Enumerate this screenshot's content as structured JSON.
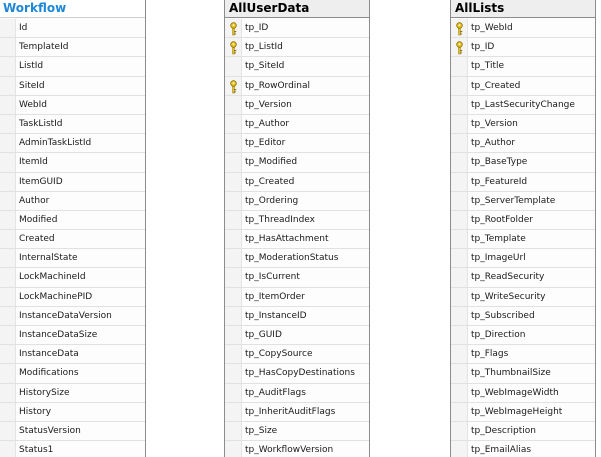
{
  "tables": [
    {
      "title": "Workflow",
      "columns": [
        {
          "name": "Id",
          "key": false
        },
        {
          "name": "TemplateId",
          "key": false
        },
        {
          "name": "ListId",
          "key": false
        },
        {
          "name": "SiteId",
          "key": false
        },
        {
          "name": "WebId",
          "key": false
        },
        {
          "name": "TaskListId",
          "key": false
        },
        {
          "name": "AdminTaskListId",
          "key": false
        },
        {
          "name": "ItemId",
          "key": false
        },
        {
          "name": "ItemGUID",
          "key": false
        },
        {
          "name": "Author",
          "key": false
        },
        {
          "name": "Modified",
          "key": false
        },
        {
          "name": "Created",
          "key": false
        },
        {
          "name": "InternalState",
          "key": false
        },
        {
          "name": "LockMachineId",
          "key": false
        },
        {
          "name": "LockMachinePID",
          "key": false
        },
        {
          "name": "InstanceDataVersion",
          "key": false
        },
        {
          "name": "InstanceDataSize",
          "key": false
        },
        {
          "name": "InstanceData",
          "key": false
        },
        {
          "name": "Modifications",
          "key": false
        },
        {
          "name": "HistorySize",
          "key": false
        },
        {
          "name": "History",
          "key": false
        },
        {
          "name": "StatusVersion",
          "key": false
        },
        {
          "name": "Status1",
          "key": false
        }
      ]
    },
    {
      "title": "AllUserData",
      "columns": [
        {
          "name": "tp_ID",
          "key": true
        },
        {
          "name": "tp_ListId",
          "key": true
        },
        {
          "name": "tp_SiteId",
          "key": false
        },
        {
          "name": "tp_RowOrdinal",
          "key": true
        },
        {
          "name": "tp_Version",
          "key": false
        },
        {
          "name": "tp_Author",
          "key": false
        },
        {
          "name": "tp_Editor",
          "key": false
        },
        {
          "name": "tp_Modified",
          "key": false
        },
        {
          "name": "tp_Created",
          "key": false
        },
        {
          "name": "tp_Ordering",
          "key": false
        },
        {
          "name": "tp_ThreadIndex",
          "key": false
        },
        {
          "name": "tp_HasAttachment",
          "key": false
        },
        {
          "name": "tp_ModerationStatus",
          "key": false
        },
        {
          "name": "tp_IsCurrent",
          "key": false
        },
        {
          "name": "tp_ItemOrder",
          "key": false
        },
        {
          "name": "tp_InstanceID",
          "key": false
        },
        {
          "name": "tp_GUID",
          "key": false
        },
        {
          "name": "tp_CopySource",
          "key": false
        },
        {
          "name": "tp_HasCopyDestinations",
          "key": false
        },
        {
          "name": "tp_AuditFlags",
          "key": false
        },
        {
          "name": "tp_InheritAuditFlags",
          "key": false
        },
        {
          "name": "tp_Size",
          "key": false
        },
        {
          "name": "tp_WorkflowVersion",
          "key": false
        }
      ]
    },
    {
      "title": "AllLists",
      "columns": [
        {
          "name": "tp_WebId",
          "key": true
        },
        {
          "name": "tp_ID",
          "key": true
        },
        {
          "name": "tp_Title",
          "key": false
        },
        {
          "name": "tp_Created",
          "key": false
        },
        {
          "name": "tp_LastSecurityChange",
          "key": false
        },
        {
          "name": "tp_Version",
          "key": false
        },
        {
          "name": "tp_Author",
          "key": false
        },
        {
          "name": "tp_BaseType",
          "key": false
        },
        {
          "name": "tp_FeatureId",
          "key": false
        },
        {
          "name": "tp_ServerTemplate",
          "key": false
        },
        {
          "name": "tp_RootFolder",
          "key": false
        },
        {
          "name": "tp_Template",
          "key": false
        },
        {
          "name": "tp_ImageUrl",
          "key": false
        },
        {
          "name": "tp_ReadSecurity",
          "key": false
        },
        {
          "name": "tp_WriteSecurity",
          "key": false
        },
        {
          "name": "tp_Subscribed",
          "key": false
        },
        {
          "name": "tp_Direction",
          "key": false
        },
        {
          "name": "tp_Flags",
          "key": false
        },
        {
          "name": "tp_ThumbnailSize",
          "key": false
        },
        {
          "name": "tp_WebImageWidth",
          "key": false
        },
        {
          "name": "tp_WebImageHeight",
          "key": false
        },
        {
          "name": "tp_Description",
          "key": false
        },
        {
          "name": "tp_EmailAlias",
          "key": false
        }
      ]
    }
  ],
  "icons": {
    "primary_key": "primary-key-icon"
  },
  "colors": {
    "workflow_title": "#1e88d8",
    "key_icon": "#e8c21a",
    "border": "#8c8c8c"
  }
}
